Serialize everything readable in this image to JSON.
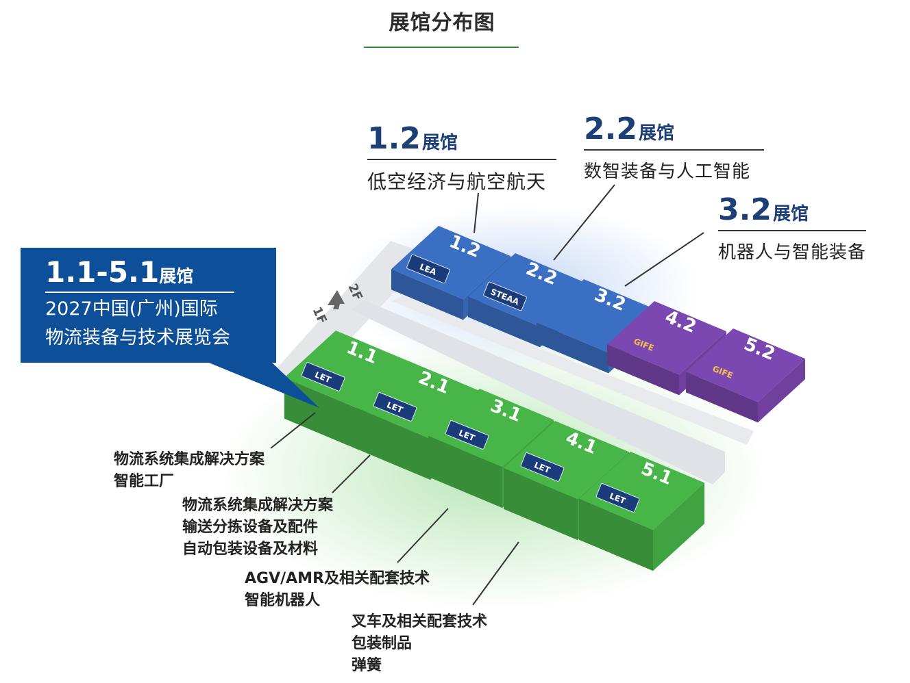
{
  "title": "展馆分布图",
  "hall_suffix": "展馆",
  "floors": {
    "upper": "2F",
    "lower": "1F"
  },
  "main_box": {
    "code": "1.1-5.1",
    "line1": "2027中国(广州)国际",
    "line2": "物流装备与技术展览会"
  },
  "hall_labels": [
    {
      "code": "1.2",
      "desc": "低空经济与航空航天"
    },
    {
      "code": "2.2",
      "desc": "数智装备与人工智能"
    },
    {
      "code": "3.2",
      "desc": "机器人与智能装备"
    }
  ],
  "blocks_upper": [
    {
      "code": "1.2",
      "logo": "LEA",
      "color": "#3b6fc4"
    },
    {
      "code": "2.2",
      "logo": "STEAA",
      "color": "#3b6fc4"
    },
    {
      "code": "3.2",
      "logo": "",
      "color": "#3b6fc4"
    },
    {
      "code": "4.2",
      "logo": "GIFE",
      "color": "#7b47b0"
    },
    {
      "code": "5.2",
      "logo": "GIFE",
      "color": "#7b47b0"
    }
  ],
  "blocks_lower": [
    {
      "code": "1.1",
      "logo": "LET",
      "color": "#47b548"
    },
    {
      "code": "2.1",
      "logo": "LET",
      "color": "#47b548"
    },
    {
      "code": "3.1",
      "logo": "LET",
      "color": "#47b548"
    },
    {
      "code": "4.1",
      "logo": "LET",
      "color": "#47b548"
    },
    {
      "code": "5.1",
      "logo": "LET",
      "color": "#47b548"
    }
  ],
  "notes": [
    {
      "lines": [
        "物流系统集成解决方案",
        "智能工厂"
      ]
    },
    {
      "lines": [
        "物流系统集成解决方案",
        "输送分拣设备及配件",
        "自动包装设备及材料"
      ]
    },
    {
      "lines": [
        "AGV/AMR及相关配套技术",
        "智能机器人"
      ]
    },
    {
      "lines": [
        "叉车及相关配套技术",
        "包装制品",
        "弹簧"
      ]
    }
  ]
}
